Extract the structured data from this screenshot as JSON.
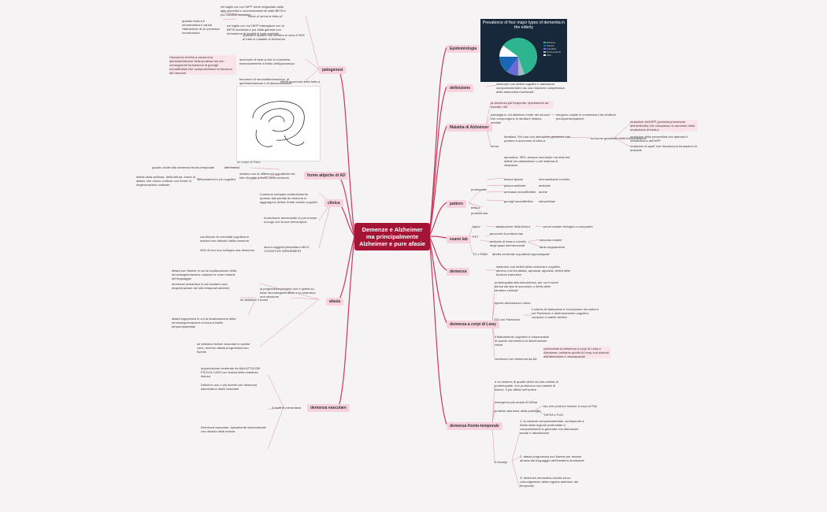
{
  "central": "Demenze e Alzheimer ma principalmente Alzheimer e pure afasie",
  "branches": {
    "epidemiologia": "Epidemiologia",
    "definizione": "definizione",
    "malattia": "Malattia di Alzheimer",
    "pattern": "pattern",
    "esami": "esami lab",
    "demenza": "demenza",
    "lewy": "demenza a corpi di Lewy",
    "fronto": "demenza fronto-temporale",
    "patogenesi": "patogenesi",
    "forme": "forme atipiche di AD",
    "clinica": "clinica",
    "afasia": "afasia",
    "vascolare": "demenza vascolare"
  },
  "chart_data": {
    "type": "pie",
    "title": "Prevalence of four major types of dementia in the elderly",
    "legend": [
      "Alzheimer",
      "Vascular",
      "Lewy Body",
      "Fronto-temporal",
      "Other"
    ],
    "colors": [
      "#2cb58f",
      "#1a66b8",
      "#6a6ad8",
      "#a9b6c4",
      "#ffffff"
    ]
  },
  "texts": {
    "t1": "sindrome con deficit cognitivi e alterazioni comportamentali e da una riduzione complessiva della autonomia funzionale",
    "t2": "la demenza più frequente, tipicamente ad esordio >65",
    "t3": "patologia in cui abbiamo morte dei neuroni che compongono le strutture limbico-mediali",
    "t4": "vengono colpite le connessioni tra strutture precipue/simpatiche",
    "t5": "familiare, 5% casi con alterazioni genetiche che portano a accumulo di beta-a",
    "t6": "tra forme genetiche sono contraddittorie",
    "t7": "mutazioni dell'APP (proteina precursore dell'amiloide) che compaiono in aumento della produzione di beta-a",
    "t8": "mutazioni della presenilina che alterano il metabolismo dell'APP",
    "t9": "mutazioni di apoE che favoriscono formazioni di amiloide",
    "t10": "sporadica, 95%, sempre accumulo ma dato dal deficit nel catabolismo o nel sistema di clearance",
    "forma": "forma",
    "p_proteopatie": "proteopatie",
    "p_lesioni": "lesioni tipiche",
    "p_placca": "placca amiloide",
    "p_ammassi": "ammassi neurofibrillari",
    "p_grovigli": "grovigli neurofibrillari",
    "p_r1": "microamiloide a livello",
    "p_r2": "amiloide",
    "p_r3": "anche",
    "p_r4": "intracellulari",
    "p_beta": "beta-a",
    "p_tau": "proteina tau",
    "e_liquor": "liquor",
    "e_diminuzione": "diminuzione della beta-a",
    "e_prima": "primo marker biologico a comparire",
    "e_pet": "PET",
    "e_accumuli": "accumuli di proteina tau",
    "e_amiloide": "amiloide di beta-a a livello degli spazi interneuronali",
    "e_secondo": "secondo marker",
    "e_tardo": "tardo segnamento",
    "e_tc": "TC e RMN",
    "e_atrofia": "atrofia cerebrale soprattutto ippocampale",
    "d1": "sindrome con deficit della memoria e cognitivi, almeno uno tra afasia, aprassia, agnosia, deficit delle funzioni esecutive",
    "l1": "proteinopatia alfa-sinucleinica, per cui il nome deriva dal tipo di accumulo a livello delle strutture corticali",
    "l2": "tipiche allucinazioni visive",
    "l3": "DD con Parkinson",
    "l4": "il criterio di distinzione è l'evoluzione dei sintomi nel Parkinson e deterioramento cognitivo compare in stadio tardivo",
    "l5": "il fluttuamento cognitivo e responsabile di questo dal sintomo di allucinazione visiva",
    "l6": "confronto con demenza da AD",
    "l7": "confrontato la demenza a corpi di Lewy e Alzheimer, vediamo quella di Lewy con disturbi dell'attenzione e visuospaziali",
    "f1": "è un insieme di quadri clinici ad una varietà di proteinopatie, che producono una varietà di lesioni, 3 più diffusi nell'ordine",
    "f2": "insorgenza più ampia 40-60aa",
    "f3": "proteine alla base della patologia",
    "f4": "tau che produce lesione a corpi di Pick",
    "f5": "TDP43 e FUS",
    "f6": "3 fenotipi",
    "f7": "1: la variante comportamentale, corrisponde a livello della regione prefrontale a comportamenti in generale con alterazioni sociali e disinibizione",
    "f8": "2: afasia progressiva non fluente per lesione all'area del linguaggio dell'emisfero dominante",
    "f9": "3: demenza semantica dovuta ad un coinvolgimento della regione anteriore del temporale",
    "pa1": "nel taglio con cui l'APP viene degradato dalla alfa-secretasi e successivamente dalla BETA e poi GAMMA secretasi",
    "pa2": "come si forma la beta-a?",
    "pa3": "quando beta-a è neurotossica e causa l'attivazione di un processo neurotossico",
    "pa4": "nel taglio con cui l'APP interagisce con la BETA-secretasi e poi dalla gamma con formazione di peptidi di beta-amiloide",
    "pa5": "Quando il quadro che sembra in circa il 90% di tutte le malattie di Alzheimer",
    "pa6": "l'accumulo di beta a causa una iperfosforilazione della proteina tau con conseguente formazione di grovigli neurofibrillari che compromettono la funzione del neurone",
    "pa7": "accumulo di beta-a che si concentra essenzialmente a livello dell'ippocampo",
    "pa8": "fenomeni di neuroinfiammazione, di iperfosforilazione e di disconnessione",
    "pa9": "effetti accumulo della beta-a",
    "pa10": "un colpo di Pace",
    "fa1": "quadro simile alla demenza fronto-temporale",
    "fa2": "iniziano con la differenza soprattutto nel lobo frontale a livello della memoria",
    "fa3": "lobi frontali",
    "fa4": "deficit della scrittura, della lettura, forme di afasia, che vanno confuse con forme di degenerazione corticale",
    "fa5": "lobi posteriori e più cognitivi",
    "c1": "il sintomo compare evidentemente quando alla perdita di memoria si aggiungono deficit di altri domini cognitivi",
    "c2": "la sindrome demenziale si può trovare a lungo con la sua forma tipica",
    "c3": "condizione di normalità cognitiva in anziani con disturbo della memoria",
    "c4": "45% di loro non sviluppa una demenza",
    "c5": "alcuni soggetti presentano MILD COGNITIVE IMPAIRMENT",
    "a1": "afasia non fluente in cui la localizzazione della neurodegenerazione colpisce le zone motorie del linguaggio",
    "a2": "demenza semantica in cui troviamo una degenerazione dei lobi temporali anteriori",
    "a3": "afasia logopenica in cui la localizzazione della neurodegenerazione si trova a livello temporoparietale",
    "a4": "se abbiamo 3 forme",
    "a5": "la progressiva primaria non è quella su base neurodegenerativa, e si costruisce una relazione",
    "a6": "se abbiamo lesioni vascolari in queste zone, avremo afasia progressiva non fluente",
    "v1": "Ipoperfusione cerebrale da MALATTIA DEI PICCOLI VASI con lesioni della sostanza bianca",
    "v2": "Deficit in uno o più domini con demenza associata a danni vascolari",
    "v3": "Demenza vascolare, tipicamente sottocorticale con disturbi della marcia",
    "v4": "3 modi di presentarsi"
  }
}
